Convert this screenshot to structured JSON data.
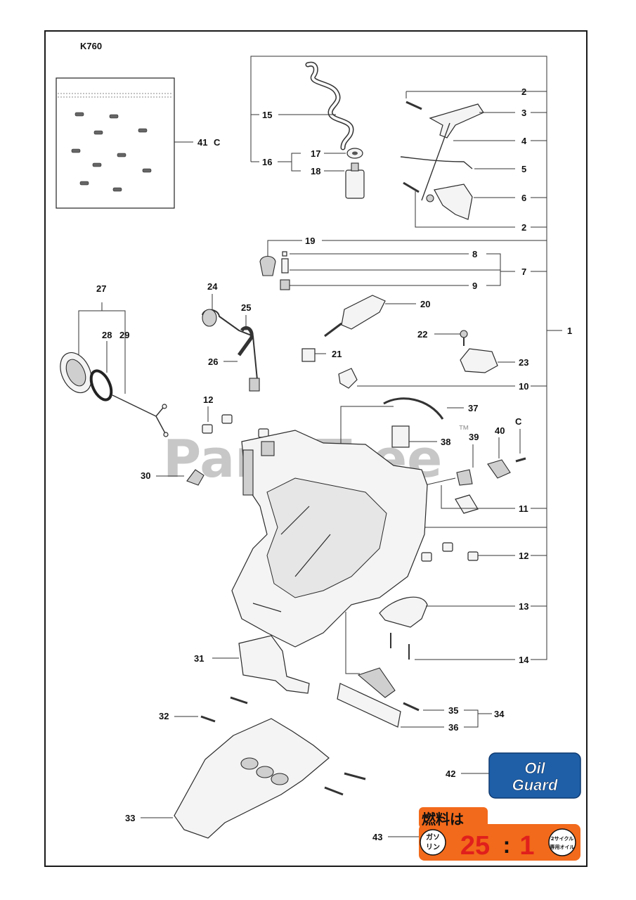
{
  "model": "K760",
  "watermark": {
    "text": "PartsTree",
    "tm": "™"
  },
  "callouts": {
    "c41": "41",
    "c41_suffix": "C",
    "c15": "15",
    "c16": "16",
    "c17": "17",
    "c18": "18",
    "c2a": "2",
    "c3": "3",
    "c4": "4",
    "c5": "5",
    "c6": "6",
    "c2b": "2",
    "c19": "19",
    "c8": "8",
    "c7": "7",
    "c9": "9",
    "c27": "27",
    "c28": "28",
    "c29": "29",
    "c24": "24",
    "c25": "25",
    "c26": "26",
    "c20": "20",
    "c22": "22",
    "c23": "23",
    "c21": "21",
    "c10": "10",
    "c1": "1",
    "c37": "37",
    "c38": "38",
    "c39": "39",
    "c40": "40",
    "cC": "C",
    "c11": "11",
    "c12a": "12",
    "c12b": "12",
    "c30": "30",
    "c13": "13",
    "c14": "14",
    "c31": "31",
    "c32": "32",
    "c33": "33",
    "c34": "34",
    "c35": "35",
    "c36": "36",
    "c42": "42",
    "c43": "43"
  },
  "badges": {
    "oil_guard_line1": "Oil",
    "oil_guard_line2": "Guard",
    "fuel_heading": "燃料は",
    "gasoline_line1": "ガソ",
    "gasoline_line2": "リン",
    "ratio_left": "25",
    "ratio_colon": ":",
    "ratio_right": "1",
    "oil_line1": "2サイクル",
    "oil_line2": "専用オイル"
  },
  "colors": {
    "oil_guard_blue": "#1f5fa8",
    "fuel_orange": "#f26a1b",
    "fuel_red": "#e0201c"
  }
}
